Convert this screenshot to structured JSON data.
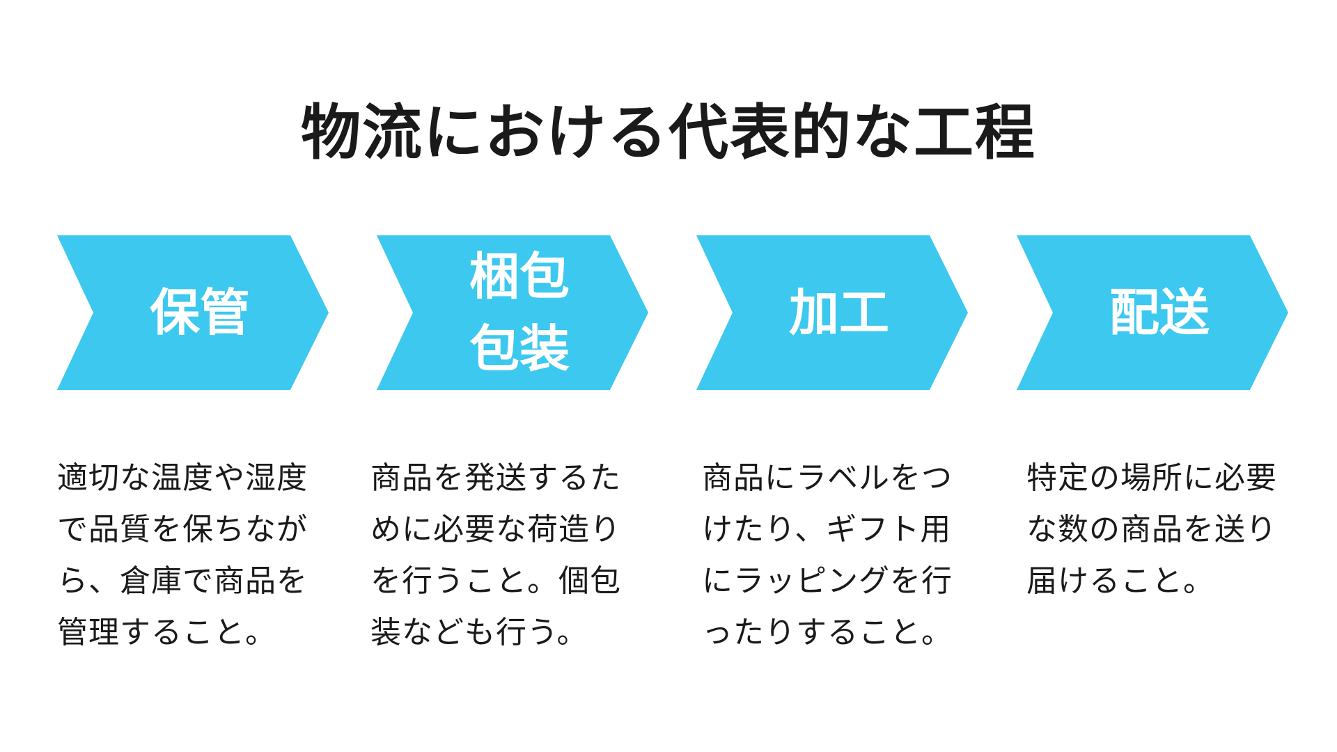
{
  "title": "物流における代表的な工程",
  "colors": {
    "chevron_fill": "#3CC8EF",
    "chevron_text": "#FFFFFF",
    "body_text": "#1A1A1A"
  },
  "steps": [
    {
      "label_lines": [
        "保管"
      ],
      "description": "適切な温度や湿度で品質を保ちながら、倉庫で商品を管理すること。"
    },
    {
      "label_lines": [
        "梱包",
        "包装"
      ],
      "description": "商品を発送するために必要な荷造りを行うこと。個包装なども行う。"
    },
    {
      "label_lines": [
        "加工"
      ],
      "description": "商品にラベルをつけたり、ギフト用にラッピングを行ったりすること。"
    },
    {
      "label_lines": [
        "配送"
      ],
      "description": "特定の場所に必要な数の商品を送り届けること。"
    }
  ]
}
